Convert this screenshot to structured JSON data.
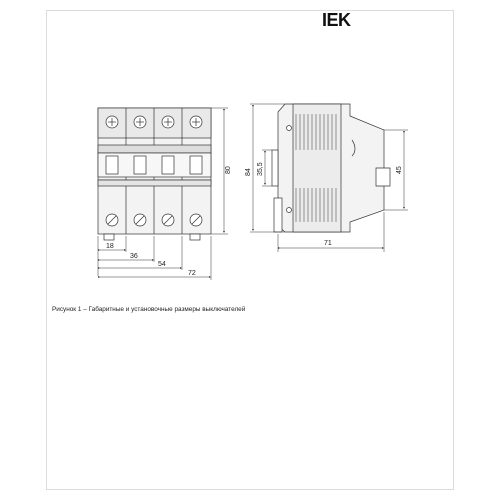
{
  "brand": {
    "logo_text": "IEK",
    "accent": "#e2261c"
  },
  "caption": "Рисунок 1 – Габаритные и установочные размеры выключателей",
  "dimensions": {
    "front_height": "80",
    "front_widths": [
      "18",
      "36",
      "54",
      "72"
    ],
    "side_total_height": "84",
    "side_rail_height": "35,5",
    "side_right_height": "45",
    "side_depth": "71"
  }
}
